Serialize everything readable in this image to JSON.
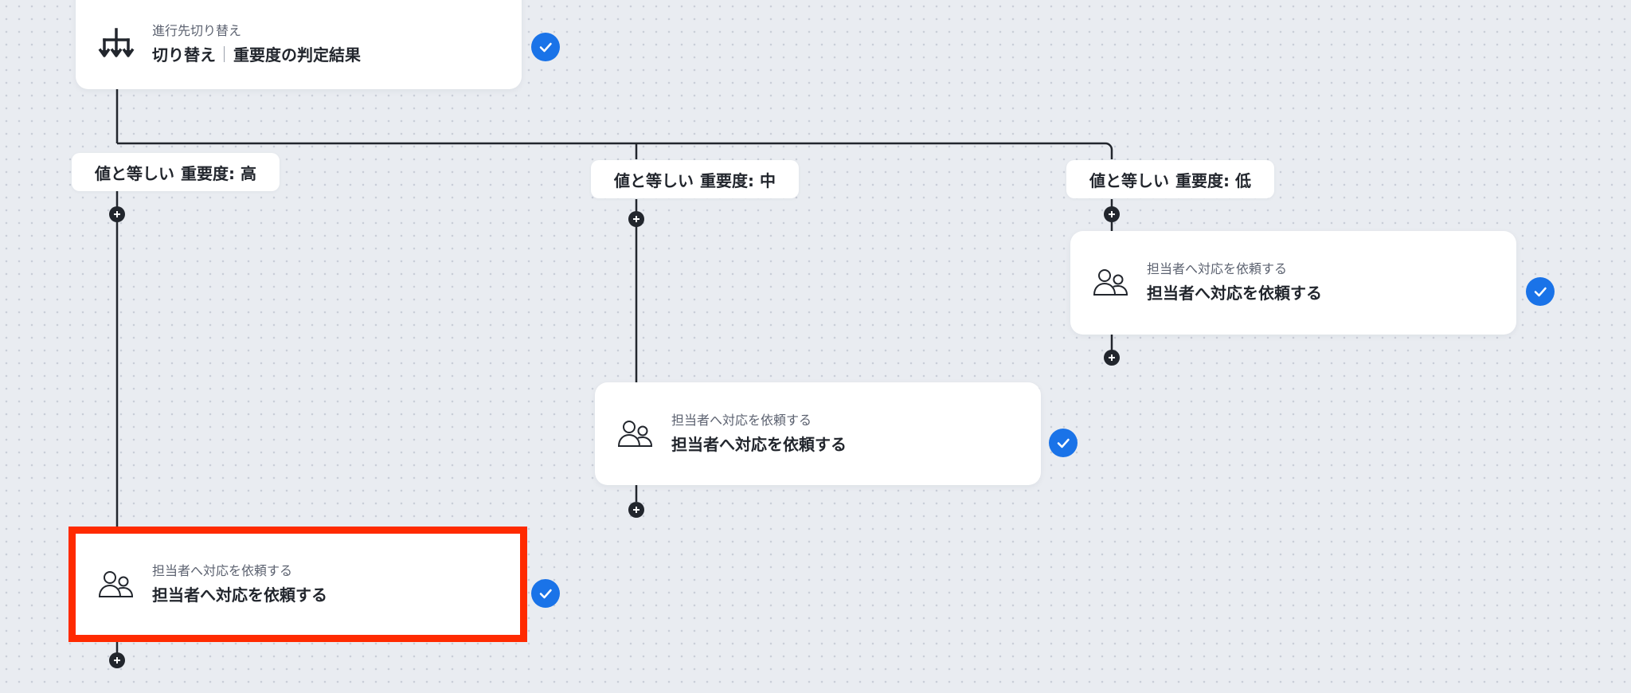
{
  "switch_node": {
    "subtitle": "進行先切り替え",
    "title_prefix": "切り替え",
    "title_main": "重要度の判定結果",
    "icon": "branch-split-icon"
  },
  "branches": [
    {
      "condition": "値と等しい",
      "value": "重要度: 高"
    },
    {
      "condition": "値と等しい",
      "value": "重要度: 中"
    },
    {
      "condition": "値と等しい",
      "value": "重要度: 低"
    }
  ],
  "task_nodes": [
    {
      "subtitle": "担当者へ対応を依頼する",
      "title": "担当者へ対応を依頼する",
      "icon": "people-icon",
      "selected": true
    },
    {
      "subtitle": "担当者へ対応を依頼する",
      "title": "担当者へ対応を依頼する",
      "icon": "people-icon",
      "selected": false
    },
    {
      "subtitle": "担当者へ対応を依頼する",
      "title": "担当者へ対応を依頼する",
      "icon": "people-icon",
      "selected": false
    }
  ],
  "status_icon": "check-icon",
  "add_icon": "plus-icon",
  "colors": {
    "check": "#1a73e8",
    "selection": "#ff2a00",
    "connector": "#22262d",
    "background": "#e9ecf1"
  }
}
